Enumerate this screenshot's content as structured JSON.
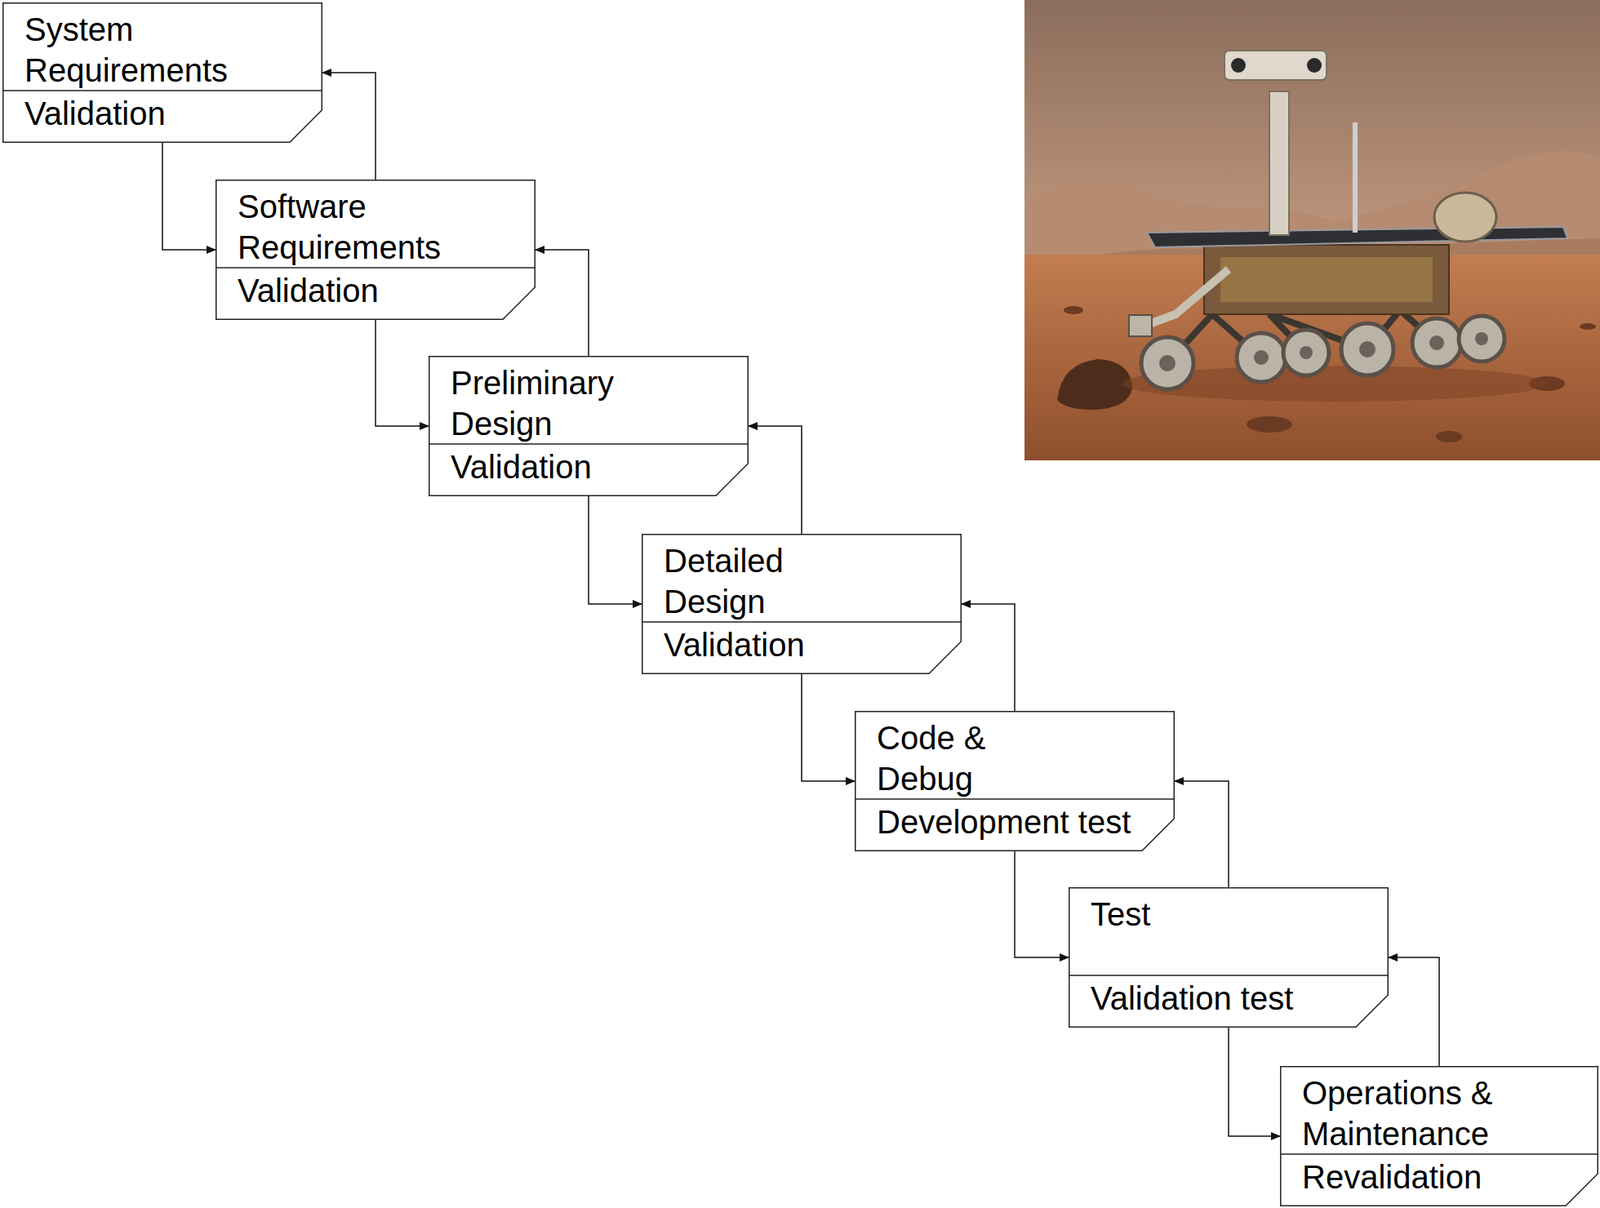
{
  "diagram": {
    "nodes": [
      {
        "text": [
          "System Requirements",
          "Validation"
        ]
      },
      {
        "text": [
          "Software Requirements",
          "Validation"
        ]
      },
      {
        "text": [
          "Preliminary Design",
          "Validation"
        ]
      },
      {
        "text": [
          "Detailed Design",
          "Validation"
        ]
      },
      {
        "text": [
          "Code & Debug",
          "Development test"
        ]
      },
      {
        "text": [
          "Test",
          "Validation test"
        ]
      },
      {
        "text": [
          "Operations & Maintenance",
          "Revalidation"
        ]
      }
    ],
    "edges": [
      {
        "from": 0,
        "to": 1,
        "arrow": "to"
      },
      {
        "from": 1,
        "to": 0,
        "arrow": "to"
      },
      {
        "from": 1,
        "to": 2,
        "arrow": "to"
      },
      {
        "from": 2,
        "to": 1,
        "arrow": "to"
      },
      {
        "from": 2,
        "to": 3,
        "arrow": "to"
      },
      {
        "from": 3,
        "to": 2,
        "arrow": "to"
      },
      {
        "from": 3,
        "to": 4,
        "arrow": "to"
      },
      {
        "from": 4,
        "to": 3,
        "arrow": "to"
      },
      {
        "from": 4,
        "to": 5,
        "arrow": "to"
      },
      {
        "from": 5,
        "to": 4,
        "arrow": "to"
      },
      {
        "from": 5,
        "to": 6,
        "arrow": "to"
      },
      {
        "from": 6,
        "to": 5,
        "arrow": "to"
      }
    ]
  }
}
